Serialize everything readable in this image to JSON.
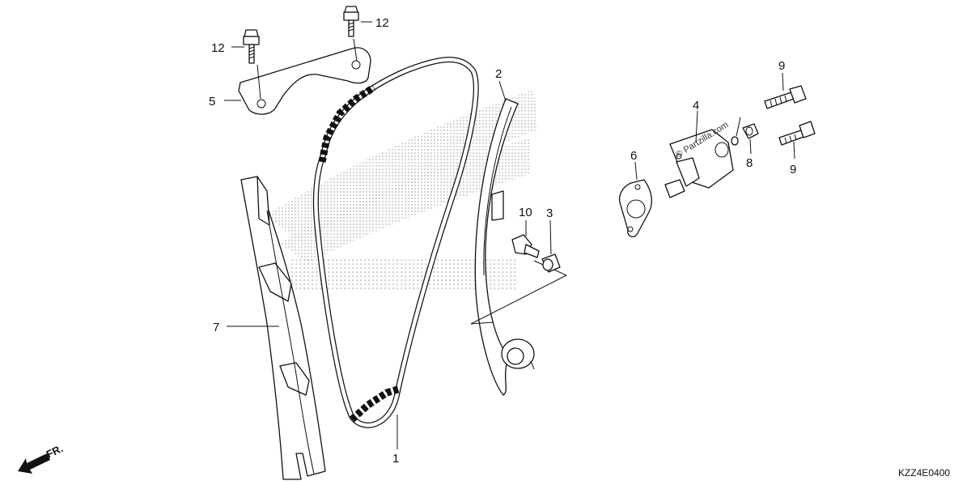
{
  "diagram": {
    "watermark_text": "© Partzilla.com",
    "diagram_code": "KZZ4E0400",
    "direction_label": "FR.",
    "callouts": [
      {
        "id": "c1",
        "label": "1"
      },
      {
        "id": "c2",
        "label": "2"
      },
      {
        "id": "c3",
        "label": "3"
      },
      {
        "id": "c4",
        "label": "4"
      },
      {
        "id": "c5",
        "label": "5"
      },
      {
        "id": "c6",
        "label": "6"
      },
      {
        "id": "c7",
        "label": "7"
      },
      {
        "id": "c8",
        "label": "8"
      },
      {
        "id": "c9a",
        "label": "9"
      },
      {
        "id": "c9b",
        "label": "9"
      },
      {
        "id": "c10",
        "label": "10"
      },
      {
        "id": "c12a",
        "label": "12"
      },
      {
        "id": "c12b",
        "label": "12"
      }
    ]
  },
  "colors": {
    "line": "#111111",
    "background": "#ffffff",
    "watermark": "#bdbdbd"
  }
}
